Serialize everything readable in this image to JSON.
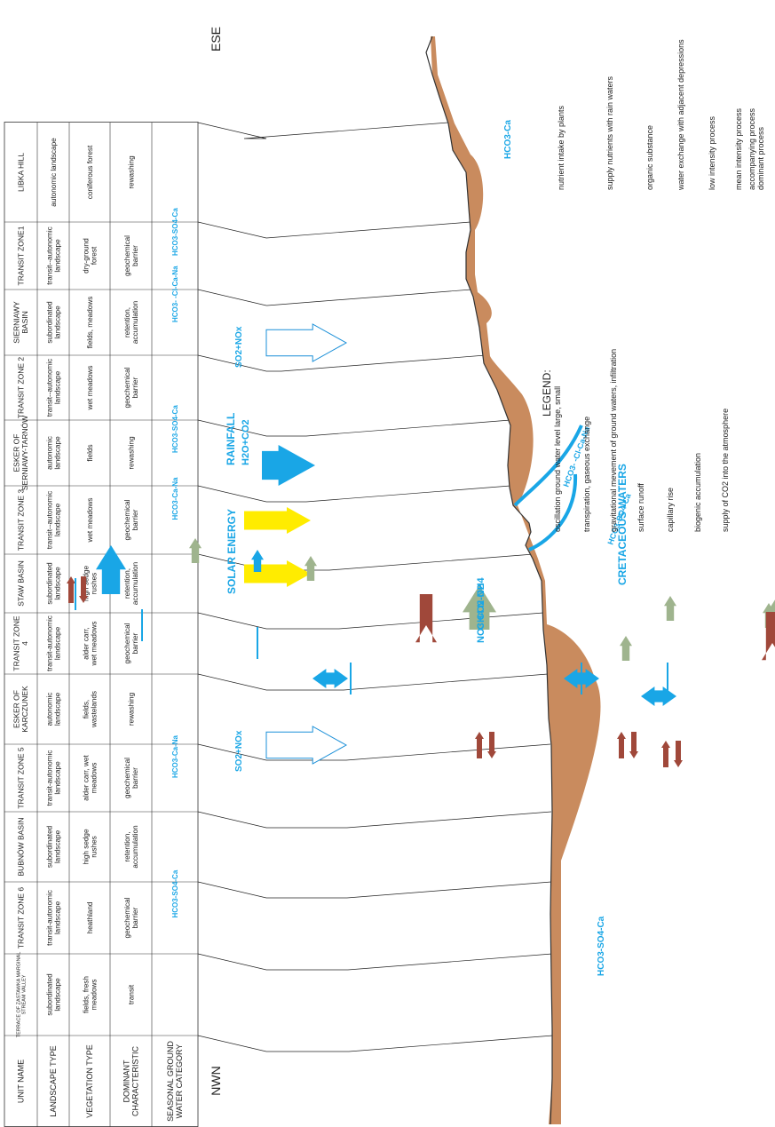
{
  "orientation": {
    "left": "NWN",
    "right": "ESE"
  },
  "row_headers": [
    "UNIT NAME",
    "LANDSCAPE TYPE",
    "VEGETATION TYPE",
    "DOMINANT CHARACTERISTIC",
    "SEASONAL GROUND WATER CATEGORY"
  ],
  "units": [
    {
      "name": "TERRACE OF ZASTAWKA MARGINAL STREAM VALLEY",
      "landscape": "subordinated landscape",
      "vegetation": "fields, fresh meadows",
      "dominant": "transit",
      "groundwater": ""
    },
    {
      "name": "TRANSIT ZONE 6",
      "landscape": "transit-autonomic landscape",
      "vegetation": "heathland",
      "dominant": "geochemical barrier",
      "groundwater": "HCO3-SO4-Ca"
    },
    {
      "name": "BUBNÓW BASIN",
      "landscape": "subordinated landscape",
      "vegetation": "high sedge rushes",
      "dominant": "retention, accumulation",
      "groundwater": ""
    },
    {
      "name": "TRANSIT ZONE 5",
      "landscape": "transit-autonomic landscape",
      "vegetation": "alder carr, wet meadows",
      "dominant": "geochemical barrier",
      "groundwater": "HCO3-Ca-Na"
    },
    {
      "name": "ESKER OF KARCZUNEK",
      "landscape": "autonomic landscape",
      "vegetation": "fields, wastelands",
      "dominant": "rewashing",
      "groundwater": ""
    },
    {
      "name": "TRANSIT ZONE 4",
      "landscape": "transit-autonomic landscape",
      "vegetation": "alder carr, wet meadows",
      "dominant": "geochemical barrier",
      "groundwater": ""
    },
    {
      "name": "STAW BASIN",
      "landscape": "subordinated landscape",
      "vegetation": "high sedge rushes",
      "dominant": "retention, accumulation",
      "groundwater": ""
    },
    {
      "name": "TRANSIT ZONE 3",
      "landscape": "transit--autonomic landscape",
      "vegetation": "wet meadows",
      "dominant": "geochemical barrier",
      "groundwater": "HCO3-Ca-Na"
    },
    {
      "name": "ESKER OF SERNIAWY-TARNÓW",
      "landscape": "autonomic landscape",
      "vegetation": "fields",
      "dominant": "rewashing",
      "groundwater": "HCO3-SO4-Ca"
    },
    {
      "name": "TRANSIT ZONE 2",
      "landscape": "transit--autonomic landscape",
      "vegetation": "wet meadows",
      "dominant": "geochemical barrier",
      "groundwater": ""
    },
    {
      "name": "SIERNIAWY BASIN",
      "landscape": "subordinated landscape",
      "vegetation": "fields, meadows",
      "dominant": "retention, accumulation",
      "groundwater": "HCO3- -Cl-Ca-Na"
    },
    {
      "name": "TRANSIT ZONE1",
      "landscape": "transit--autonomic landscape",
      "vegetation": "dry-ground forest",
      "dominant": "geochemical barrier",
      "groundwater": "HCO3-SO4-Ca"
    },
    {
      "name": "LIBKA HILL",
      "landscape": "autonomic landscape",
      "vegetation": "coniferous forest",
      "dominant": "rewashing",
      "groundwater": ""
    }
  ],
  "annotations": {
    "solar": "SOLAR ENERGY",
    "rainfall": "RAINFALL",
    "rainfall_formula": "H2O+CO2",
    "so_nox_1": "SO2+NOx",
    "so_nox_2": "SO2+NOx",
    "gases": "CH4 N-NH4",
    "gases2": "NO3 CO2 O2",
    "cretaceous": "CRETACEOUS WATERS",
    "cret_1": "HCO3- -Cl-Ca-Na",
    "cret_2": "HCO3-SO4-Ca",
    "out_1": "HCO3-SO4-Ca",
    "out_2": "HCO3-Ca"
  },
  "legend": {
    "title": "LEGEND:",
    "col1": [
      "oscillation ground water level large, small",
      "transpiration, gaseous exchange",
      "gravitational mevement of ground waters, infiltration",
      "surface runoff",
      "capillary rise",
      "biogenic accumulation",
      "supply of CO2 into the atmosphere"
    ],
    "col2": [
      "nutrient intake by plants",
      "supply nutrients with rain waters",
      "organic substance",
      "water exchange with adjacent depressions"
    ],
    "col3": [
      "low intensity process",
      "mean intensity process",
      "accompanying process",
      "dominant process"
    ]
  },
  "colors": {
    "blue": "#19a6e6",
    "light_blue": "#8fd3ef",
    "brown": "#a0483a",
    "organic": "#c98b5e",
    "green": "#9fb48e",
    "yellow": "#ffec00"
  }
}
